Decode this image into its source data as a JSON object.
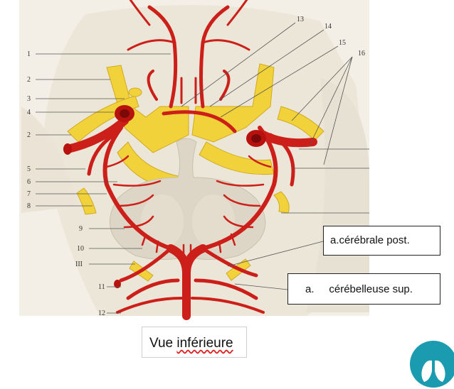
{
  "figure": {
    "labels_left": [
      "1",
      "2",
      "3",
      "4",
      "2",
      "5",
      "6",
      "7",
      "8",
      "9",
      "10",
      "III",
      "11",
      "12"
    ],
    "labels_top": [
      "13",
      "14",
      "15",
      "16"
    ]
  },
  "callouts": {
    "post": "a.cérébrale post.",
    "sup_prefix": "a.",
    "sup_text": "cérébelleuse sup."
  },
  "caption": {
    "word1": "Vue",
    "word2": "inférieure"
  },
  "colors": {
    "artery": "#cc1f1a",
    "nerve": "#f2d23a",
    "tissue": "#ece6d8",
    "pons": "#ddd6c6",
    "logo": "#1a9bb0"
  }
}
